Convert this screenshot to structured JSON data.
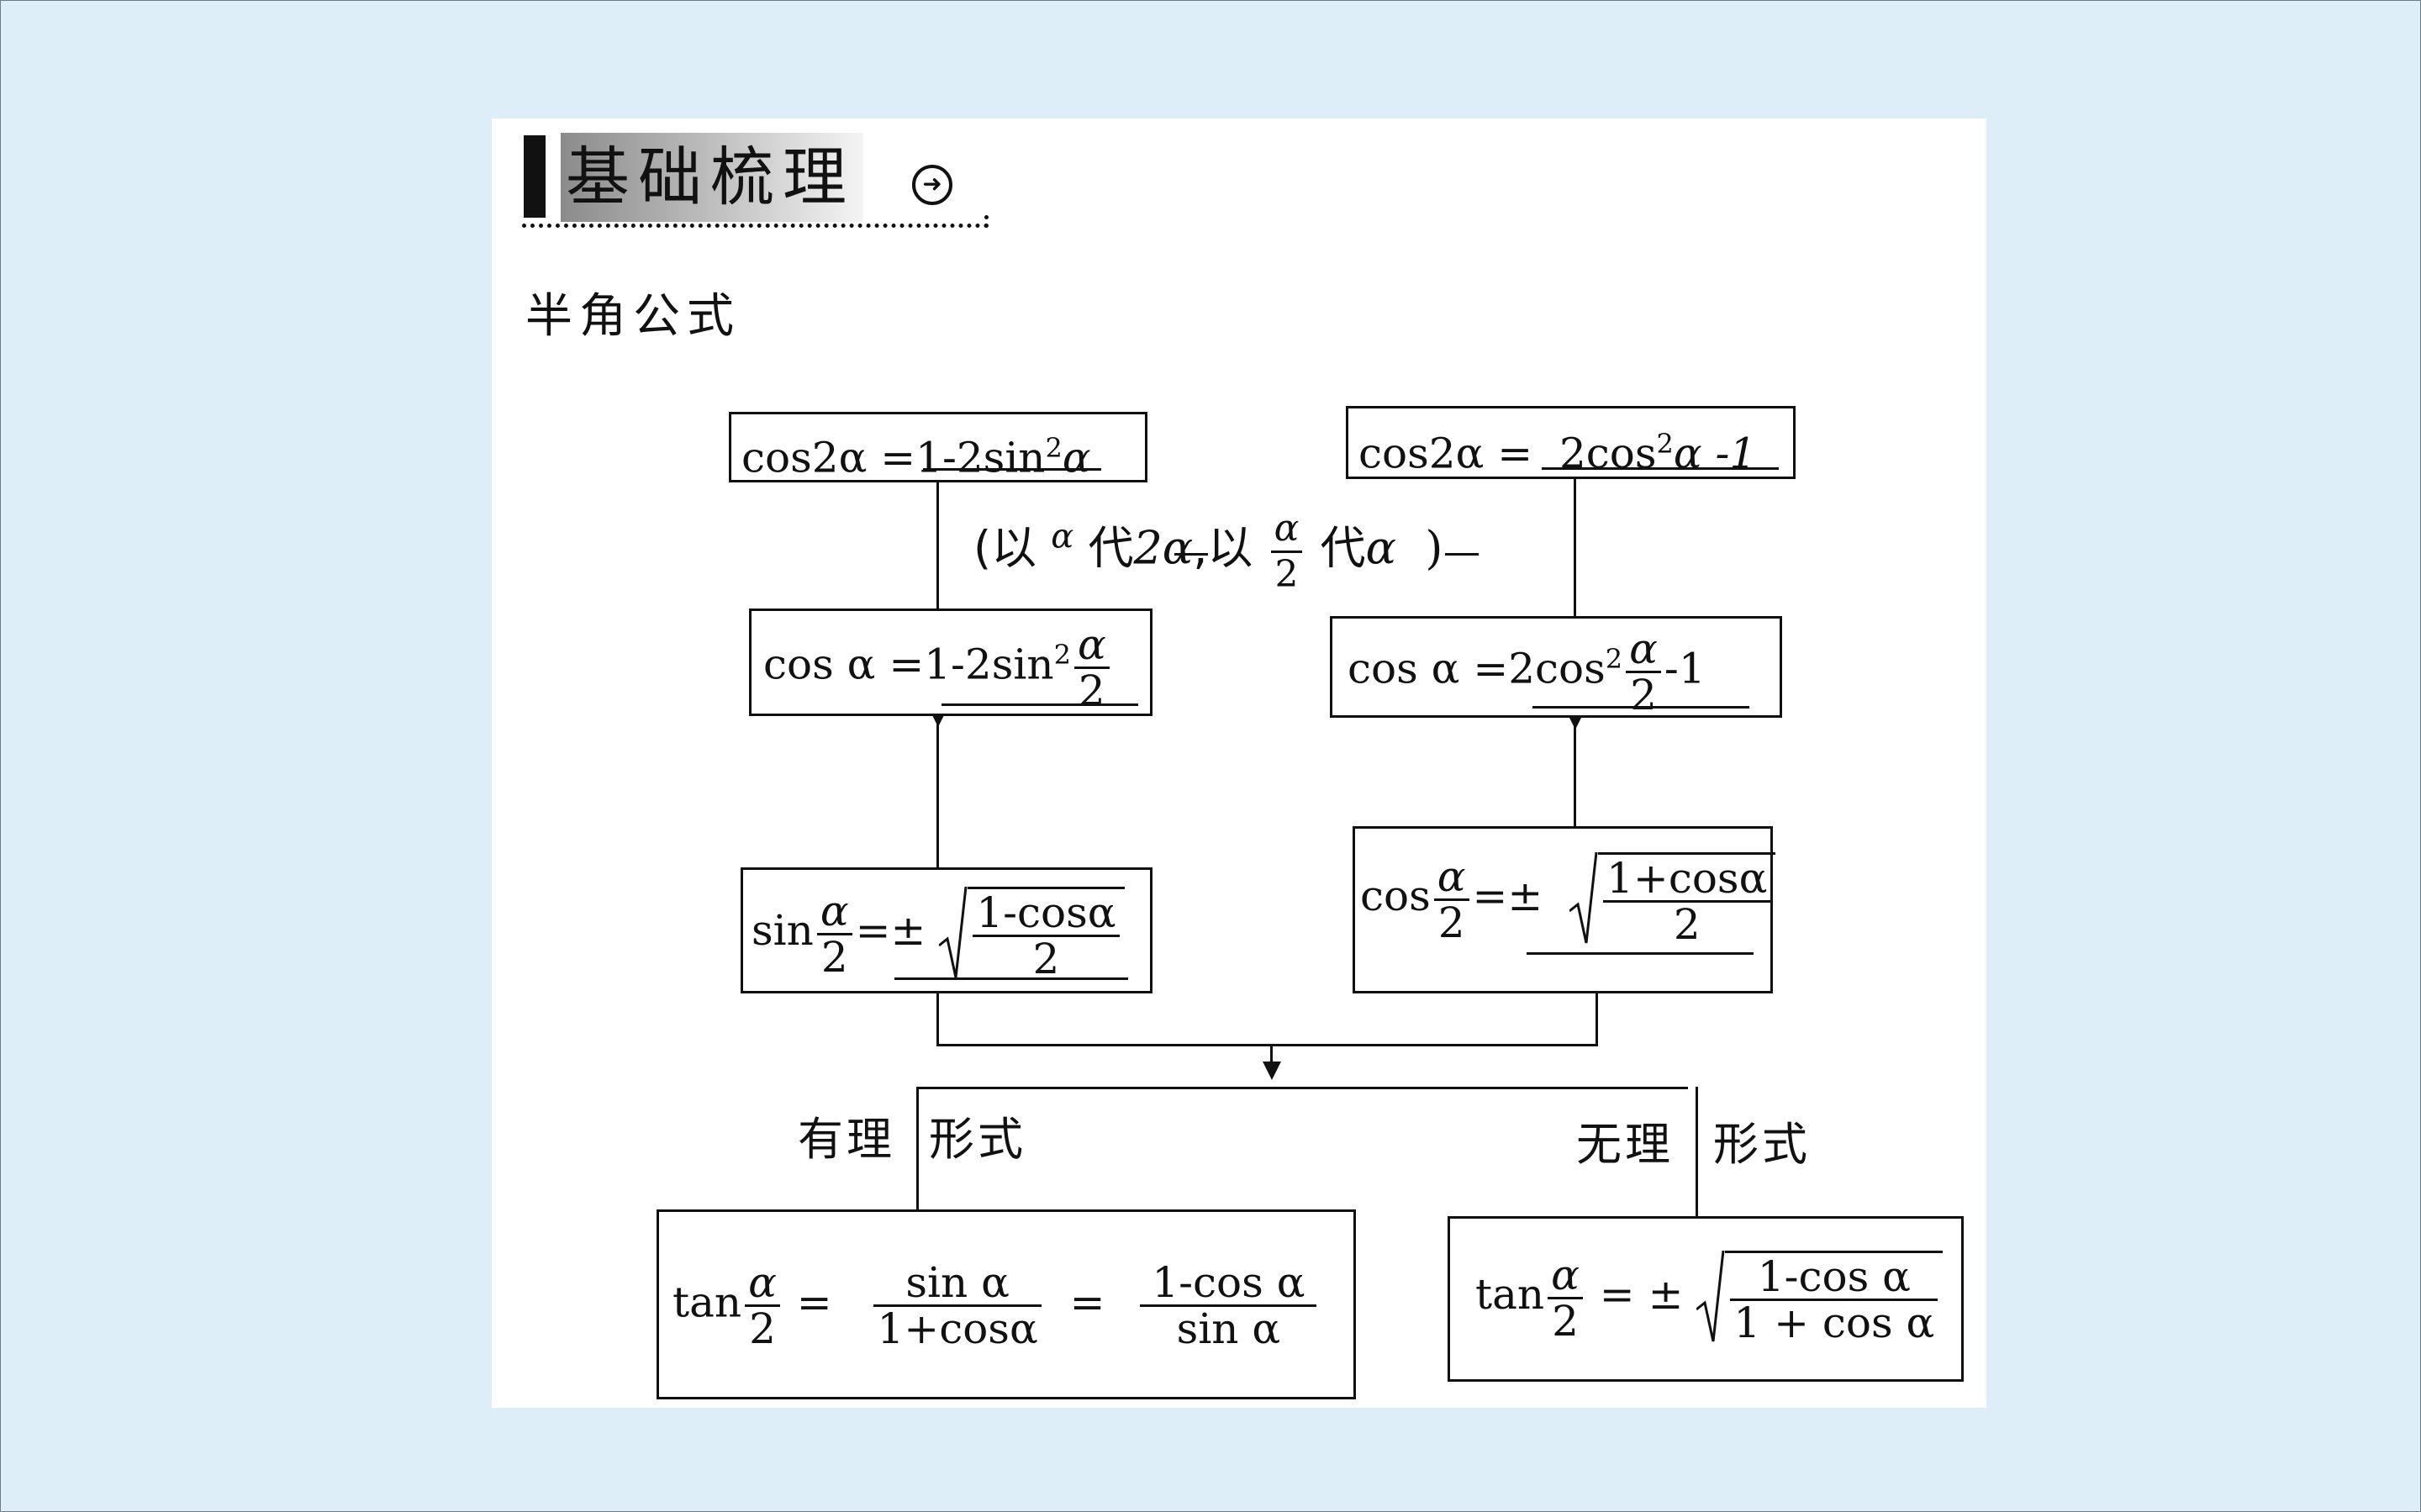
{
  "heading": {
    "title": "基础梳理",
    "icon": "arrow-circle-icon"
  },
  "subheading": "半角公式",
  "substitution_note": {
    "open": "(以",
    "alpha1": "α",
    "dai1": "代",
    "two_alpha": "2α",
    "comma": ",以",
    "frac_num": "α",
    "frac_den": "2",
    "dai2": "代",
    "alpha2": "α",
    "close": ")"
  },
  "formulas": {
    "cos2a_sin": {
      "lhs": "cos2α =",
      "rhs_a": "1-2sin",
      "rhs_sup": "2",
      "rhs_b": "α"
    },
    "cos2a_cos": {
      "lhs": "cos2α =",
      "rhs_a": "2cos",
      "rhs_sup": "2",
      "rhs_b": "α -1"
    },
    "cosa_sin": {
      "lhs": "cos α =1-2sin",
      "sup": "2",
      "num": "α",
      "den": "2"
    },
    "cosa_cos": {
      "lhs": "cos α =2cos",
      "sup": "2",
      "num": "α",
      "den": "2",
      "tail": "-1"
    },
    "sin_half": {
      "lhs": "sin",
      "num": "α",
      "den": "2",
      "eq": "=±",
      "rad_num": "1-cosα",
      "rad_den": "2"
    },
    "cos_half": {
      "lhs": "cos",
      "num": "α",
      "den": "2",
      "eq": "=±",
      "rad_num": "1+cosα",
      "rad_den": "2"
    },
    "tan_rational": {
      "lhs": "tan",
      "num": "α",
      "den": "2",
      "eq1": "=",
      "f1_num": "sin α",
      "f1_den": "1+cosα",
      "eq2": "=",
      "f2_num": "1-cos α",
      "f2_den": "sin α"
    },
    "tan_irrational": {
      "lhs": "tan",
      "num": "α",
      "den": "2",
      "eq": "= ±",
      "rad_num": "1-cos α",
      "rad_den": "1 + cos α"
    }
  },
  "labels": {
    "rational": "有理",
    "irrational": "无理",
    "form_left": "形式",
    "form_right": "形式"
  }
}
